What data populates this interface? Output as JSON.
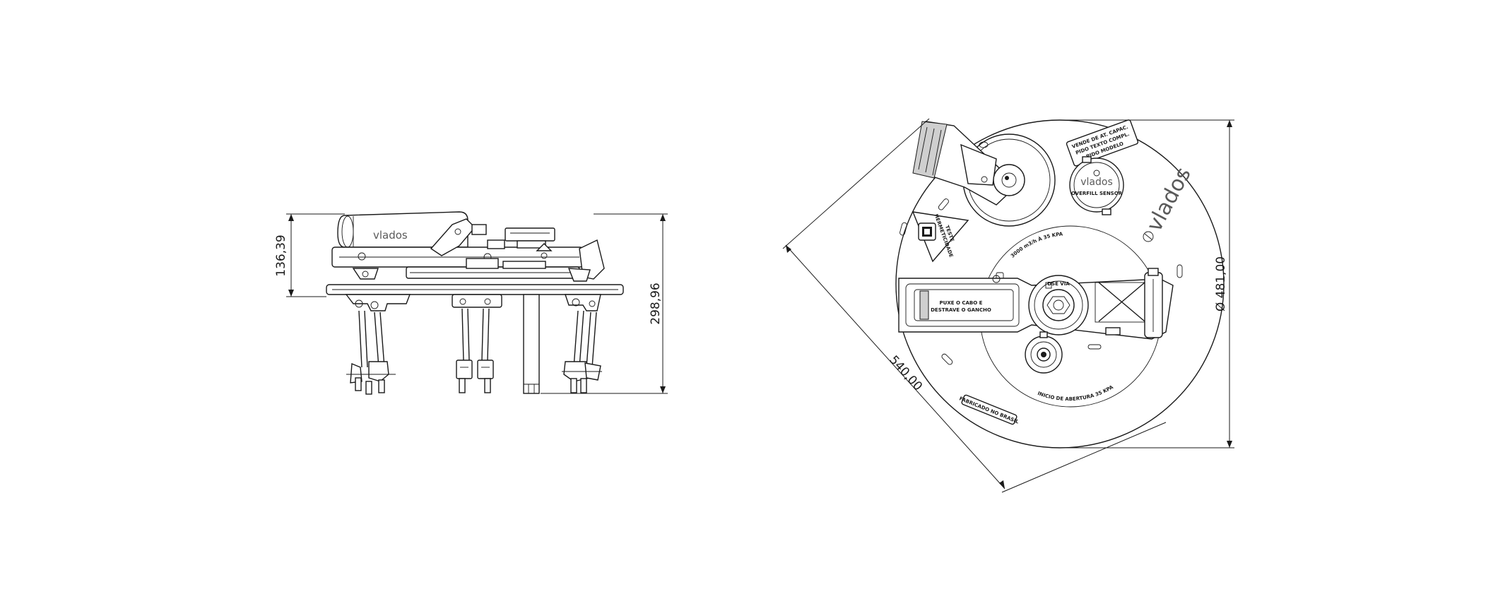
{
  "side_view": {
    "dim_height_top": "136,39",
    "dim_height_total": "298,96",
    "logo": "vlados"
  },
  "top_view": {
    "dim_diameter": "Ø 481,00",
    "dim_diagonal": "540,00",
    "logo": "vlados",
    "sensor_logo": "vlados",
    "sensor_label": "OVERFILL SENSOR",
    "warning_plate": [
      "VENDE DE AT. CAPAC.",
      "PIDO TEXTO COMPL.",
      "PIDO MODELO"
    ],
    "test_label": [
      "TESTE",
      "HERMETICIDADE"
    ],
    "ring_text_top": "3000 m3/h À 35 KPA",
    "ring_text_bottom": "INICIO DE ABERTURA 35 KPA",
    "made_in": "FABRICADO NO BRASIL",
    "handle_text_1": "PUXE O CABO E",
    "handle_text_2": "DESTRAVE O GANCHO",
    "valve_text": "DSE VIA"
  }
}
